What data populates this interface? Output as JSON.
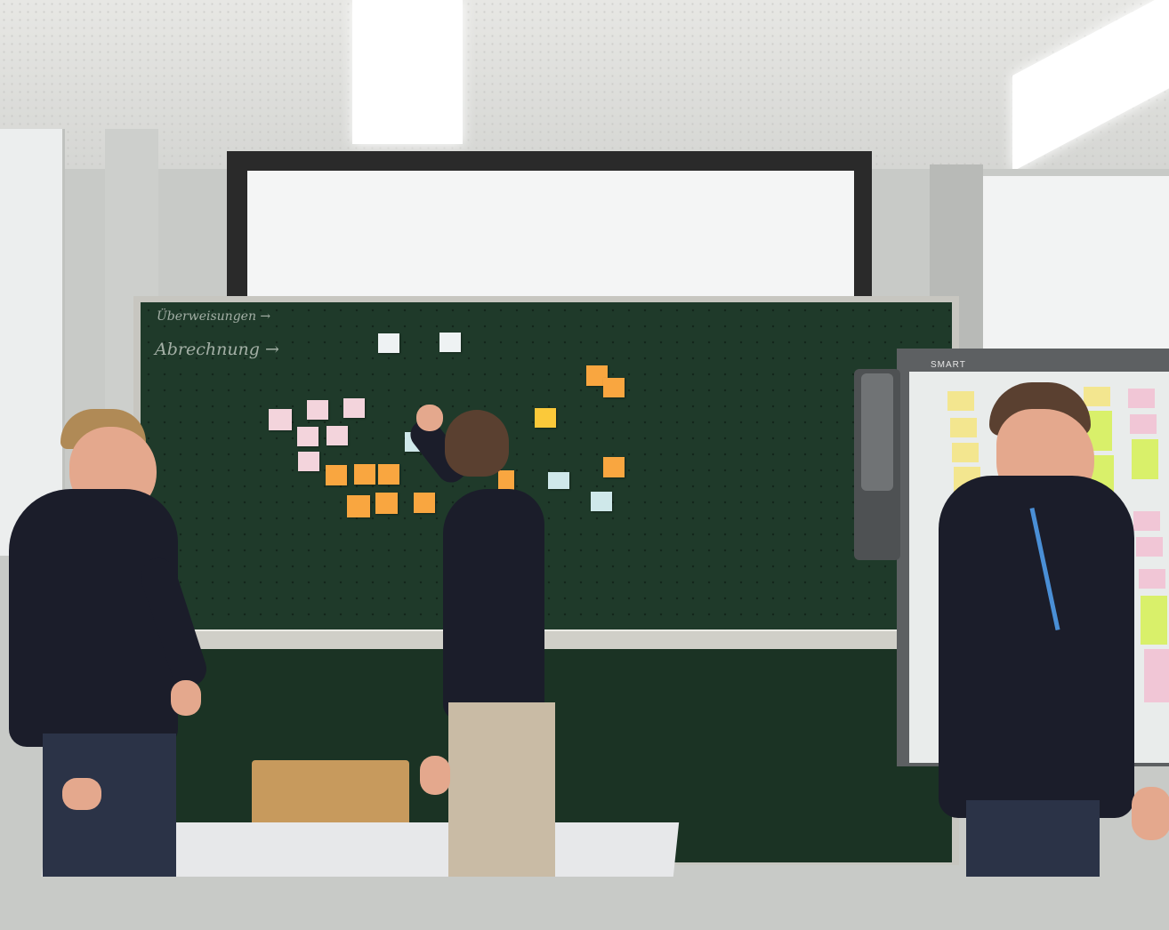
{
  "scene": {
    "board_text": {
      "line1": "Überweisungen →",
      "line2": "Abrechnung →"
    },
    "smart_board_brand": "SMART"
  }
}
